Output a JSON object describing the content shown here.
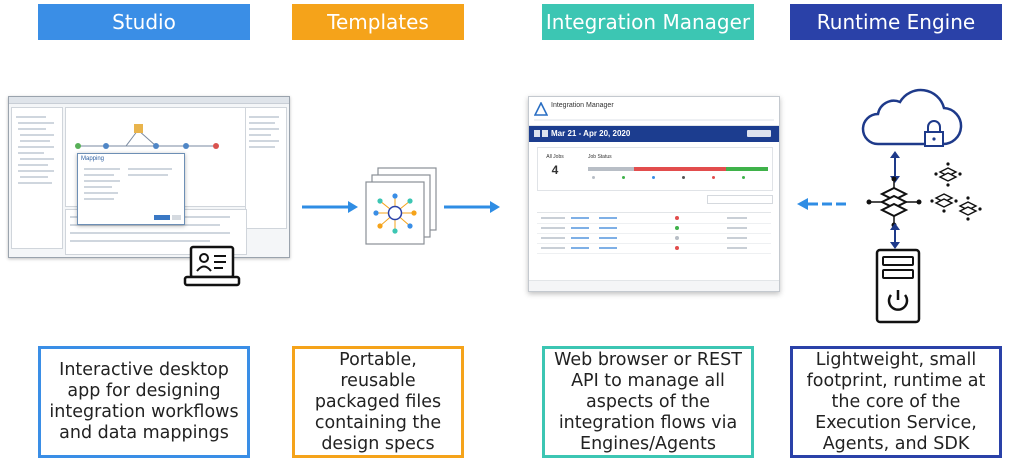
{
  "columns": [
    {
      "id": "studio",
      "header": "Studio",
      "color": "#3a8ee6",
      "description": "Interactive desktop app for designing integration workflows and data mappings"
    },
    {
      "id": "templates",
      "header": "Templates",
      "color": "#f5a31a",
      "description": "Portable, reusable packaged files containing the design specs"
    },
    {
      "id": "integration-manager",
      "header": "Integration Manager",
      "color": "#3cc6b3",
      "description": "Web browser or REST API to manage all aspects of the integration flows via Engines/Agents"
    },
    {
      "id": "runtime-engine",
      "header": "Runtime Engine",
      "color": "#2a41a8",
      "description": "Lightweight, small footprint, runtime at the core of the Execution Service, Agents, and SDK"
    }
  ],
  "integration_manager_screen": {
    "app_title": "Integration Manager",
    "date_range": "Mar 21 - Apr 20, 2020",
    "all_jobs_label": "All Jobs",
    "all_jobs_count": "4",
    "job_status_label": "Job Status",
    "status_colors": {
      "queued": "#b8bec6",
      "failed": "#e24d4d",
      "finished": "#3fb24a",
      "running": "#3a8ee6"
    }
  },
  "icons": {
    "studio": "laptop-user-icon",
    "templates": "stacked-template-pages-icon",
    "runtime_cloud": "cloud-lock-icon",
    "runtime_network": "network-nodes-icon",
    "runtime_server": "server-power-icon"
  },
  "colors": {
    "arrow": "#2f8de4",
    "dashed_arrow": "#2f8de4",
    "icon_navy": "#1e3a8a"
  }
}
